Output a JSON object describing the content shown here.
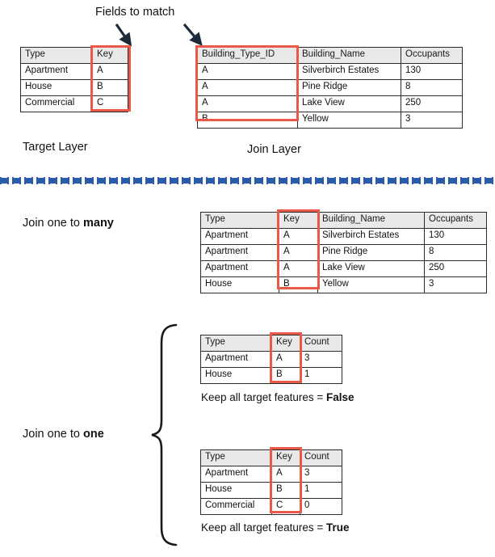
{
  "annotations": {
    "fields_to_match": "Fields to match",
    "target_layer": "Target Layer",
    "join_layer": "Join Layer",
    "join_one_to_many_prefix": "Join one to ",
    "join_one_to_many_emphasis": "many",
    "join_one_to_one_prefix": "Join one to ",
    "join_one_to_one_emphasis": "one",
    "keep_false_prefix": "Keep all target features = ",
    "keep_false_emphasis": "False",
    "keep_true_prefix": "Keep all target features = ",
    "keep_true_emphasis": "True"
  },
  "colors": {
    "highlight": "#e8594a",
    "divider_blue": "#2a5caa",
    "header_fill": "#e9e9e9",
    "border": "#2b2b2b",
    "text": "#121212"
  },
  "target_table": {
    "headers": [
      "Type",
      "Key"
    ],
    "rows": [
      [
        "Apartment",
        "A"
      ],
      [
        "House",
        "B"
      ],
      [
        "Commercial",
        "C"
      ]
    ]
  },
  "join_table": {
    "headers": [
      "Building_Type_ID",
      "Building_Name",
      "Occupants"
    ],
    "rows": [
      [
        "A",
        "Silverbirch Estates",
        "130"
      ],
      [
        "A",
        "Pine Ridge",
        "8"
      ],
      [
        "A",
        "Lake View",
        "250"
      ],
      [
        "B",
        "Yellow",
        "3"
      ]
    ]
  },
  "one_to_many_table": {
    "headers": [
      "Type",
      "Key",
      "Building_Name",
      "Occupants"
    ],
    "rows": [
      [
        "Apartment",
        "A",
        "Silverbirch Estates",
        "130"
      ],
      [
        "Apartment",
        "A",
        "Pine Ridge",
        "8"
      ],
      [
        "Apartment",
        "A",
        "Lake View",
        "250"
      ],
      [
        "House",
        "B",
        "Yellow",
        "3"
      ]
    ]
  },
  "one_to_one_false_table": {
    "headers": [
      "Type",
      "Key",
      "Count"
    ],
    "rows": [
      [
        "Apartment",
        "A",
        "3"
      ],
      [
        "House",
        "B",
        "1"
      ]
    ]
  },
  "one_to_one_true_table": {
    "headers": [
      "Type",
      "Key",
      "Count"
    ],
    "rows": [
      [
        "Apartment",
        "A",
        "3"
      ],
      [
        "House",
        "B",
        "1"
      ],
      [
        "Commercial",
        "C",
        "0"
      ]
    ]
  },
  "icons": {
    "arrow_left": "arrow-down-right-icon",
    "arrow_right": "arrow-down-right-icon",
    "brace": "curly-brace-icon",
    "divider": "dashed-divider-icon"
  }
}
